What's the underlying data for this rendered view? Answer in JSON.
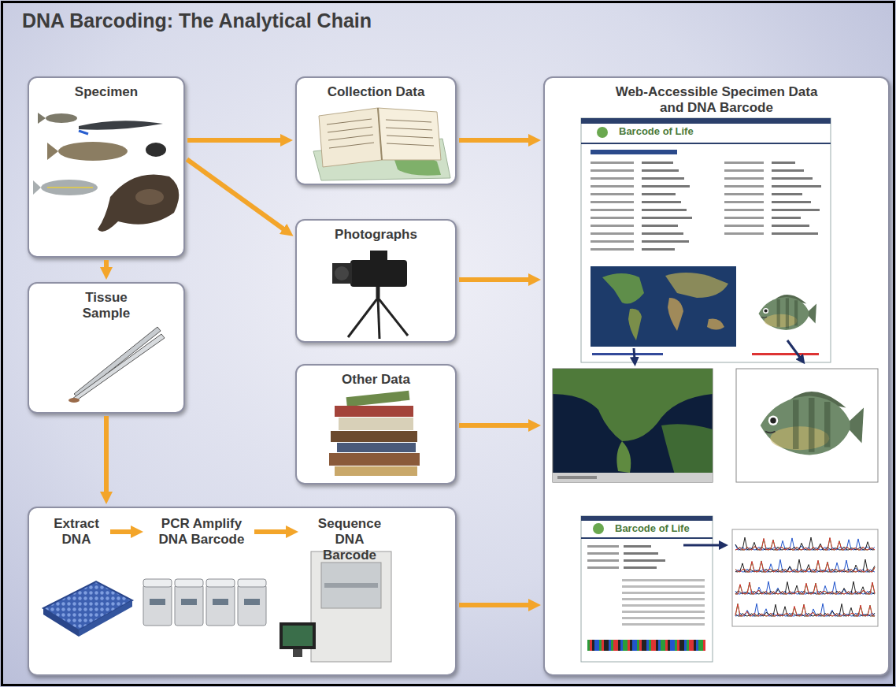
{
  "diagram": {
    "title": "DNA Barcoding: The Analytical Chain",
    "nodes": [
      {
        "text": [
          "Specimen"
        ]
      },
      {
        "text": [
          "Collection Data"
        ]
      },
      {
        "text": [
          "Photographs"
        ]
      },
      {
        "text": [
          "Tissue Sample"
        ]
      },
      {
        "text": [
          "Other Data"
        ]
      },
      {
        "text": [
          "Extract DNA",
          "PCR Amplify DNA Barcode",
          "Sequence DNA Barcode"
        ]
      },
      {
        "text": [
          "Web-Accessible Specimen Data and DNA Barcode"
        ]
      }
    ],
    "edges": [
      {
        "from": 0,
        "to": 1,
        "arrow": "to"
      },
      {
        "from": 0,
        "to": 2,
        "arrow": "to"
      },
      {
        "from": 0,
        "to": 3,
        "arrow": "to"
      },
      {
        "from": 3,
        "to": 5,
        "arrow": "to"
      },
      {
        "from": 1,
        "to": 6,
        "arrow": "to"
      },
      {
        "from": 2,
        "to": 6,
        "arrow": "to"
      },
      {
        "from": 4,
        "to": 6,
        "arrow": "to"
      },
      {
        "from": 5,
        "to": 6,
        "arrow": "to"
      }
    ],
    "labels": [
      "Barcode of Life",
      "Barcode of Life"
    ]
  }
}
